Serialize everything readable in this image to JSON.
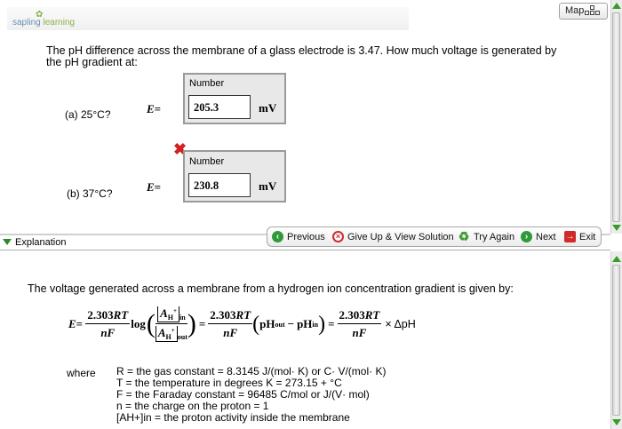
{
  "logo": {
    "brand_a": "sapling",
    "brand_b": "learning"
  },
  "header": {
    "map_label": "Map"
  },
  "question": {
    "text": "The pH difference across the membrane of a glass electrode is 3.47. How much voltage is generated by the pH gradient at:"
  },
  "parts": [
    {
      "label": "(a)  25°C?",
      "eq": "E",
      "eq_sign": "=",
      "box_title": "Number",
      "value": "205.3",
      "unit": "mV",
      "status": "correct"
    },
    {
      "label": "(b) 37°C?",
      "eq": "E",
      "eq_sign": "=",
      "box_title": "Number",
      "value": "230.8",
      "unit": "mV",
      "status": "incorrect"
    }
  ],
  "explanation_bar": {
    "label": "Explanation"
  },
  "nav": {
    "previous": "Previous",
    "give_up": "Give Up & View Solution",
    "try_again": "Try Again",
    "next": "Next",
    "exit": "Exit"
  },
  "explanation": {
    "intro": "The voltage generated across a membrane from a hydrogen ion concentration gradient is given by:",
    "formula": {
      "lhs": "E",
      "coef": "2.303",
      "coef_var": "RT",
      "den": "nF",
      "log": "log",
      "activity": "A",
      "ion": "H",
      "charge": "+",
      "sub_in": "in",
      "sub_out": "out",
      "ph": "pH",
      "times": "× ΔpH"
    },
    "where_label": "where",
    "definitions": [
      "R = the gas constant = 8.3145 J/(mol· K) or C· V/(mol· K)",
      "T = the temperature in degrees K = 273.15 + °C",
      "F = the Faraday constant = 96485 C/mol or J/(V· mol)",
      "n = the charge on the proton = 1",
      "[AH+]in = the proton activity inside the membrane"
    ]
  },
  "colors": {
    "accent_green": "#3a9a2e",
    "error_red": "#d42020",
    "brand_blue": "#6a8fb5"
  },
  "icons": [
    "previous-icon",
    "give-up-icon",
    "try-again-icon",
    "next-icon",
    "exit-icon",
    "map-icon",
    "incorrect-x-icon"
  ]
}
